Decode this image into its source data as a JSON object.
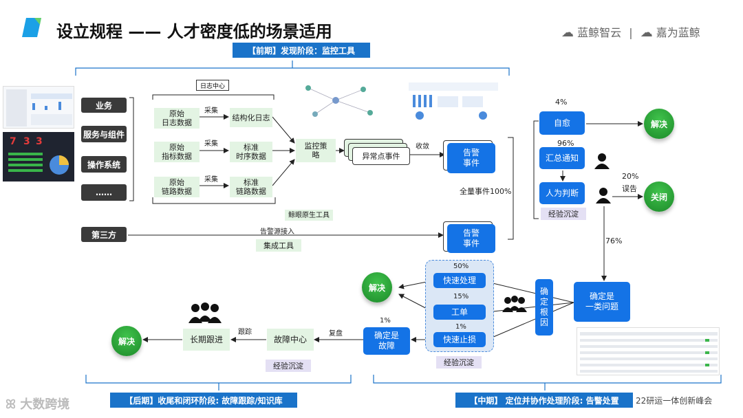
{
  "title": "设立规程 —— 人才密度低的场景适用",
  "brand": {
    "left": "蓝鲸智云",
    "sep": "|",
    "right": "嘉为蓝鲸"
  },
  "banners": {
    "early": "【前期】发现阶段：监控工具",
    "late": "【后期】收尾和闭环阶段: 故障跟踪/知识库",
    "mid": "【中期】 定位并协作处理阶段: 告警处置"
  },
  "sources": {
    "business": "业务",
    "service": "服务与组件",
    "os": "操作系统",
    "more": "……",
    "third": "第三方"
  },
  "dashboard_digits": [
    "7",
    "3",
    "3"
  ],
  "log_center": "日志中心",
  "collect": "采集",
  "raw_log": "原始\n日志数据",
  "raw_metric": "原始\n指标数据",
  "raw_trace": "原始\n链路数据",
  "structured_log": "结构化日志",
  "std_timeseries": "标准\n时序数据",
  "std_trace": "标准\n链路数据",
  "policy": "监控策\n略",
  "bk_tools": "鲸眼原生工具",
  "anomaly": "异常点事件",
  "converge": "收敛",
  "alert_event": "告警\n事件",
  "alert_access": "告警源接入",
  "integration": "集成工具",
  "all_events": "全量事件100%",
  "pct": {
    "p4": "4%",
    "p96": "96%",
    "p20": "20%",
    "p76": "76%",
    "p50": "50%",
    "p15": "15%",
    "p1a": "1%",
    "p1b": "1%"
  },
  "self_heal": "自愈",
  "notify": "汇总通知",
  "human_judge": "人为判断",
  "experience": "经验沉淀",
  "resolve": "解决",
  "close": "关闭",
  "false_alarm": "误告",
  "confirm_class": "确定是\n一类问题",
  "confirm_root": "确\n定\n根\n因",
  "quick_fix": "快速处理",
  "ticket": "工单",
  "stop_loss": "快速止损",
  "confirm_fault": "确定是\n故障",
  "review": "复盘",
  "fault_center": "故障中心",
  "track": "跟踪",
  "long_track": "长期跟进",
  "footer_left": "大数跨境",
  "footer_right": "22研运一体创新峰会"
}
